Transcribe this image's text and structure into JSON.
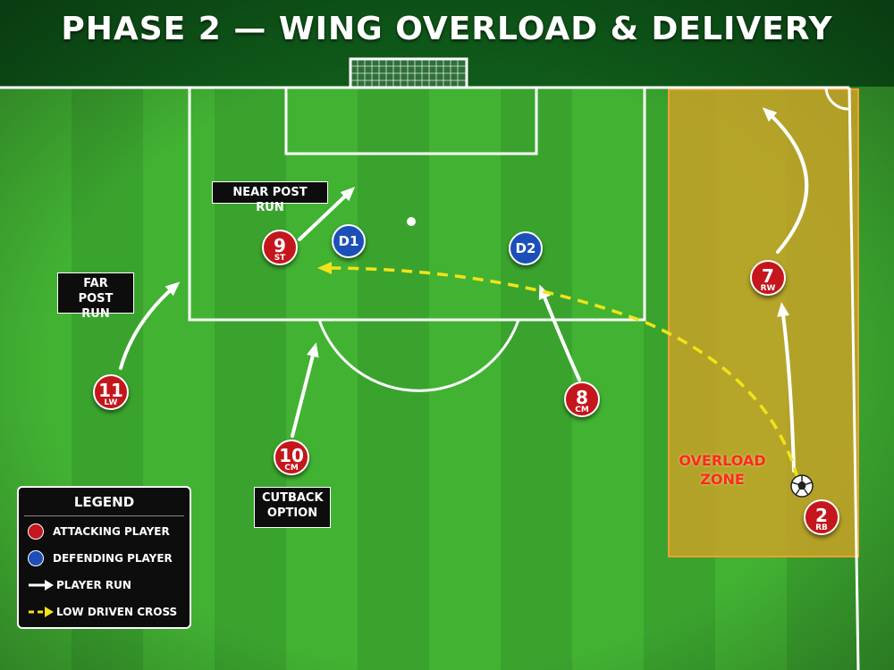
{
  "title": "PHASE 2 — WING OVERLOAD & DELIVERY",
  "colors": {
    "attacker": "#c4161c",
    "defender": "#1d4fb8",
    "run_arrow": "#ffffff",
    "cross": "#f2e21a",
    "overload_zone": "#c9a227",
    "zone_text": "#ff2a1a"
  },
  "attackers": [
    {
      "number": "9",
      "position": "ST"
    },
    {
      "number": "11",
      "position": "LW"
    },
    {
      "number": "10",
      "position": "CM"
    },
    {
      "number": "8",
      "position": "CM"
    },
    {
      "number": "7",
      "position": "RW"
    },
    {
      "number": "2",
      "position": "RB"
    }
  ],
  "defenders": [
    {
      "label": "D1"
    },
    {
      "label": "D2"
    }
  ],
  "annotations": {
    "near_post_run": "NEAR POST RUN",
    "far_post_run_1": "FAR POST",
    "far_post_run_2": "RUN",
    "cutback_1": "CUTBACK",
    "cutback_2": "OPTION",
    "overload_zone_1": "OVERLOAD",
    "overload_zone_2": "ZONE"
  },
  "legend": {
    "title": "LEGEND",
    "items": [
      {
        "symbol": "attacker-dot",
        "label": "ATTACKING PLAYER"
      },
      {
        "symbol": "defender-dot",
        "label": "DEFENDING PLAYER"
      },
      {
        "symbol": "solid-arrow",
        "label": "PLAYER RUN"
      },
      {
        "symbol": "dashed-arrow",
        "label": "LOW DRIVEN CROSS"
      }
    ]
  },
  "ball": {
    "icon": "soccer-ball-icon"
  }
}
